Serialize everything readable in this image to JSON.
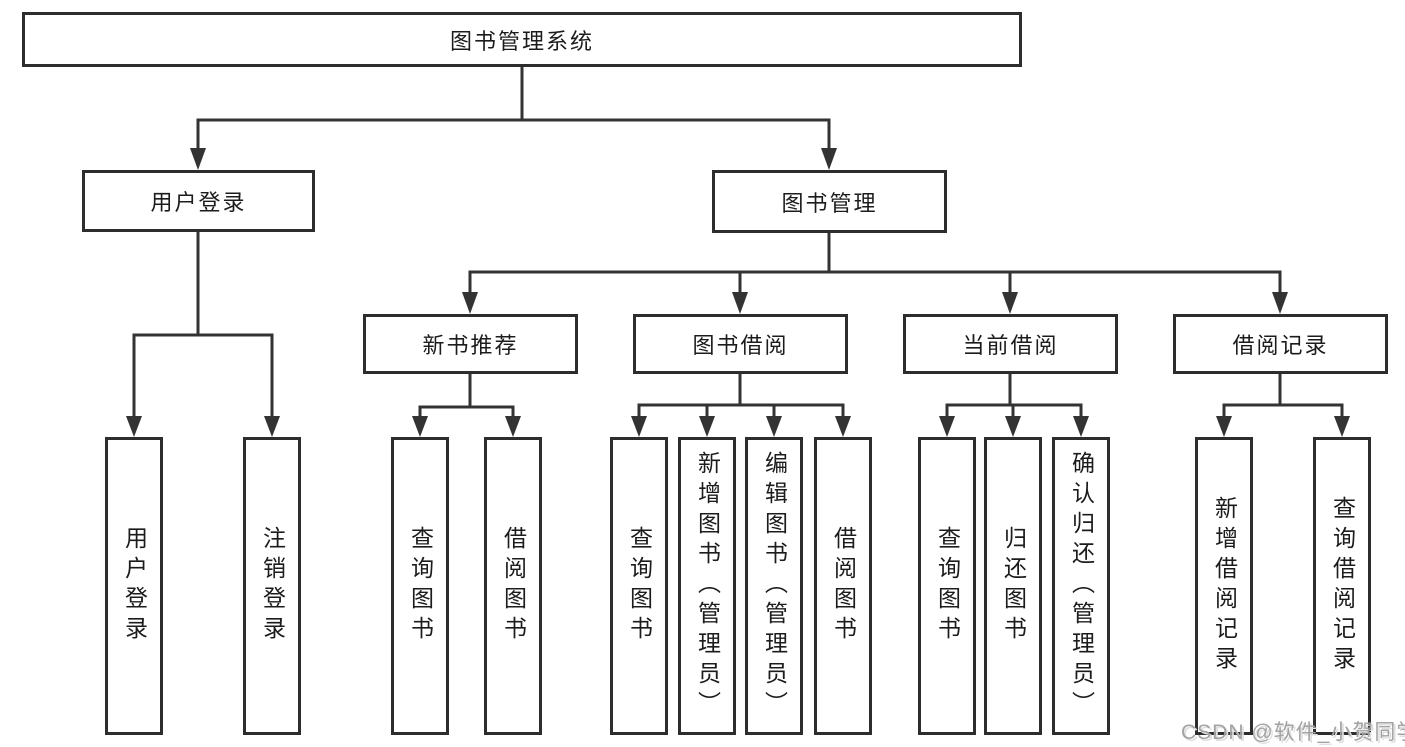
{
  "tree": {
    "label": "图书管理系统",
    "children": [
      {
        "label": "用户登录",
        "children": [
          {
            "label": "用户登录"
          },
          {
            "label": "注销登录"
          }
        ]
      },
      {
        "label": "图书管理",
        "children": [
          {
            "label": "新书推荐",
            "children": [
              {
                "label": "查询图书"
              },
              {
                "label": "借阅图书"
              }
            ]
          },
          {
            "label": "图书借阅",
            "children": [
              {
                "label": "查询图书"
              },
              {
                "label": "新增图书（管理员）"
              },
              {
                "label": "编辑图书（管理员）"
              },
              {
                "label": "借阅图书"
              }
            ]
          },
          {
            "label": "当前借阅",
            "children": [
              {
                "label": "查询图书"
              },
              {
                "label": "归还图书"
              },
              {
                "label": "确认归还（管理员）"
              }
            ]
          },
          {
            "label": "借阅记录",
            "children": [
              {
                "label": "新增借阅记录"
              },
              {
                "label": "查询借阅记录"
              }
            ]
          }
        ]
      }
    ]
  },
  "watermark": "CSDN @软件_小贺同学",
  "colors": {
    "line": "#333333",
    "box_border": "#2d2d2d",
    "box_background": "#ffffff",
    "text": "#1c1c1c",
    "watermark": "#a3a3a3",
    "page_background": "#ffffff"
  }
}
